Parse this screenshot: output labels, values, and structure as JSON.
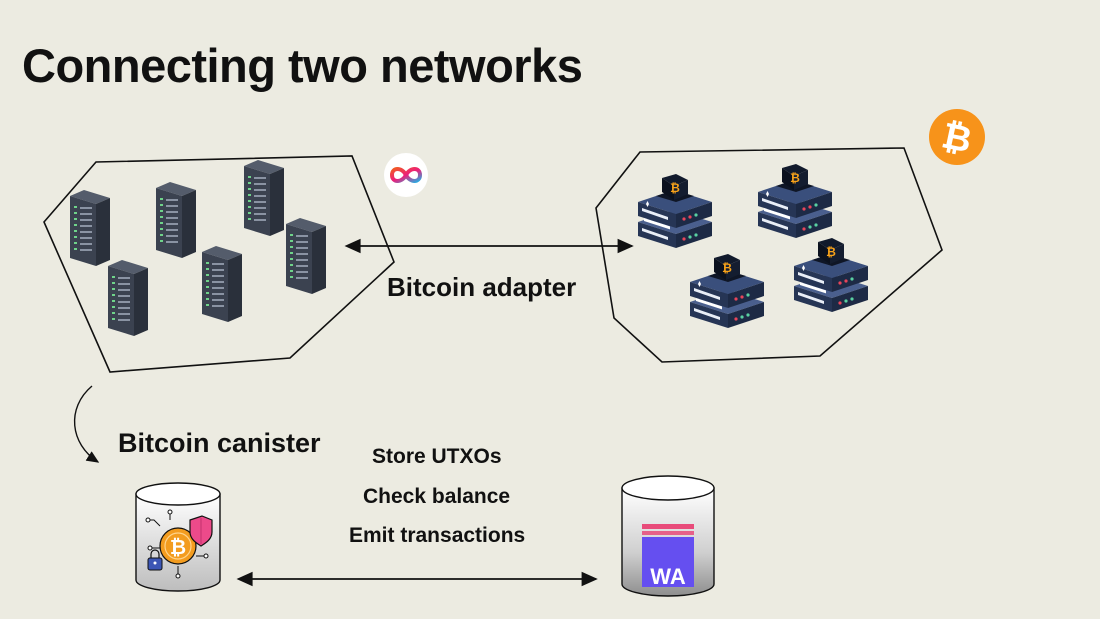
{
  "slide": {
    "title": "Connecting two networks"
  },
  "labels": {
    "adapter": "Bitcoin adapter",
    "canister": "Bitcoin canister"
  },
  "operations": [
    "Store UTXOs",
    "Check balance",
    "Emit transactions"
  ],
  "icons": {
    "icp_logo": "infinity-logo-icon",
    "bitcoin_logo": "bitcoin-logo-icon",
    "wasm_badge": "WA"
  },
  "colors": {
    "background": "#ecebe1",
    "bitcoin_orange": "#f7931a",
    "server_dark": "#3d4452",
    "btc_node_navy": "#2d3f66",
    "wasm_purple": "#654ff0"
  }
}
